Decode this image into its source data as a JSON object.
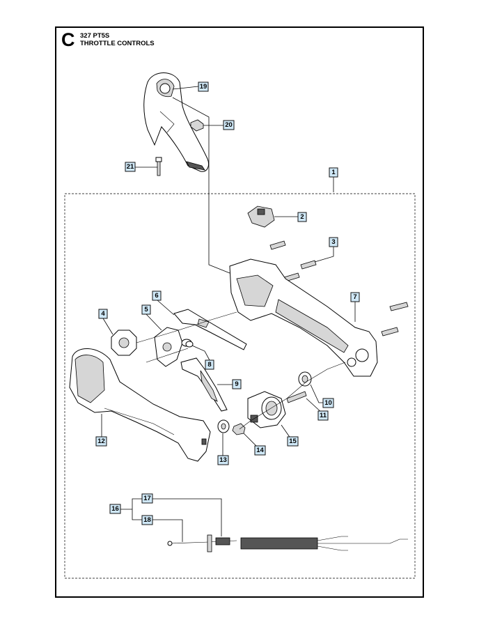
{
  "header": {
    "section_letter": "C",
    "model": "327 PT5S",
    "title": "THROTTLE CONTROLS"
  },
  "callouts": [
    {
      "id": "19",
      "label": "19"
    },
    {
      "id": "20",
      "label": "20"
    },
    {
      "id": "21",
      "label": "21"
    },
    {
      "id": "1",
      "label": "1"
    },
    {
      "id": "2",
      "label": "2"
    },
    {
      "id": "3",
      "label": "3"
    },
    {
      "id": "6",
      "label": "6"
    },
    {
      "id": "7",
      "label": "7"
    },
    {
      "id": "4",
      "label": "4"
    },
    {
      "id": "5",
      "label": "5"
    },
    {
      "id": "8",
      "label": "8"
    },
    {
      "id": "9",
      "label": "9"
    },
    {
      "id": "10",
      "label": "10"
    },
    {
      "id": "11",
      "label": "11"
    },
    {
      "id": "12",
      "label": "12"
    },
    {
      "id": "13",
      "label": "13"
    },
    {
      "id": "14",
      "label": "14"
    },
    {
      "id": "15",
      "label": "15"
    },
    {
      "id": "16",
      "label": "16"
    },
    {
      "id": "17",
      "label": "17"
    },
    {
      "id": "18",
      "label": "18"
    }
  ],
  "colors": {
    "callout_fill": "#cfe8f7",
    "line": "#000000"
  }
}
